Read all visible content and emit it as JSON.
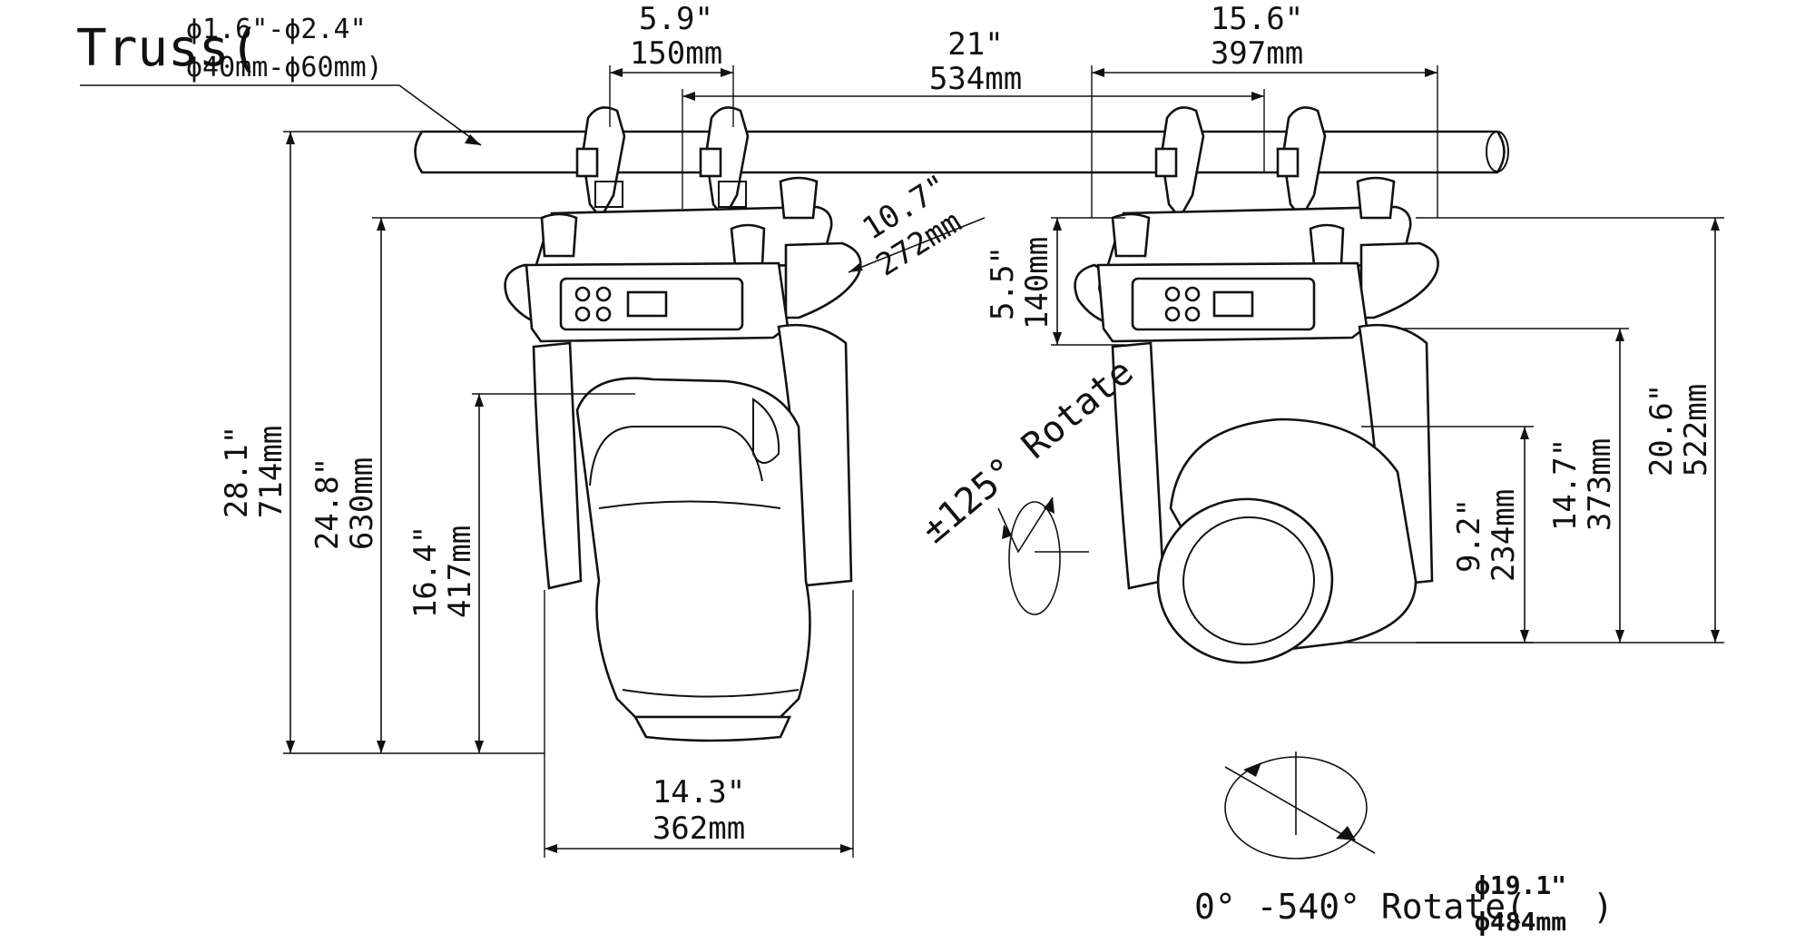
{
  "truss": {
    "label": "Truss(",
    "size_in": "ϕ1.6\"-ϕ2.4\"",
    "size_mm": "ϕ40mm-ϕ60mm)"
  },
  "dims": {
    "clamp_spacing": {
      "in": "5.9\"",
      "mm": "150mm"
    },
    "overall_length": {
      "in": "21\"",
      "mm": "534mm"
    },
    "base_length": {
      "in": "15.6\"",
      "mm": "397mm"
    },
    "base_width": {
      "in": "10.7\"",
      "mm": "272mm"
    },
    "total_height": {
      "in": "28.1\"",
      "mm": "714mm"
    },
    "fixture_height": {
      "in": "24.8\"",
      "mm": "630mm"
    },
    "head_height": {
      "in": "16.4\"",
      "mm": "417mm"
    },
    "head_width": {
      "in": "14.3\"",
      "mm": "362mm"
    },
    "base_height": {
      "in": "5.5\"",
      "mm": "140mm"
    },
    "head_diameter": {
      "in": "9.2\"",
      "mm": "234mm"
    },
    "arm_height": {
      "in": "14.7\"",
      "mm": "373mm"
    },
    "side_height": {
      "in": "20.6\"",
      "mm": "522mm"
    }
  },
  "rotation": {
    "tilt_label": "±125° Rotate",
    "pan_label": "0° -540° Rotate(",
    "pan_in": "ϕ19.1\"",
    "pan_mm": "ϕ484mm",
    "pan_close": ")"
  }
}
